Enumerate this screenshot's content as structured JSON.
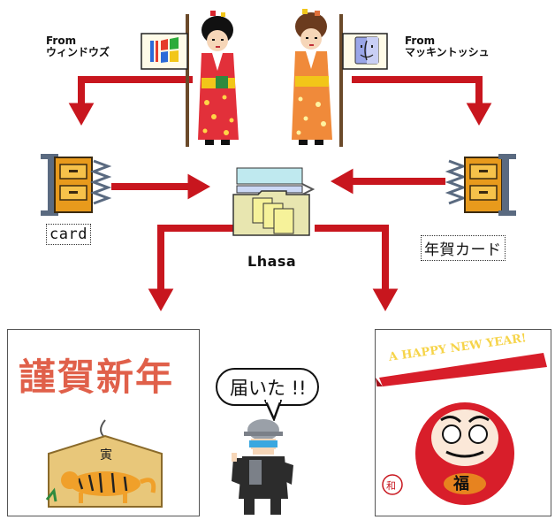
{
  "from_windows": {
    "line1": "From",
    "line2": "ウィンドウズ"
  },
  "from_mac": {
    "line1": "From",
    "line2": "マッキントッシュ"
  },
  "file_left_caption": "card",
  "file_right_caption": "年賀カード",
  "archiver_label": "Lhasa",
  "speech_bubble": "届いた !!",
  "card_left_text": "謹賀新年",
  "card_right_banner": "A HAPPY NEW YEAR!",
  "tiger_plaque_text": "寅",
  "daruma_text": "福",
  "hanko_text": "和",
  "colors": {
    "arrow": "#c8161e",
    "ink": "#111111"
  },
  "icons": [
    "windows-logo-icon",
    "mac-finder-icon",
    "compressed-file-icon",
    "lhasa-folder-icon"
  ]
}
